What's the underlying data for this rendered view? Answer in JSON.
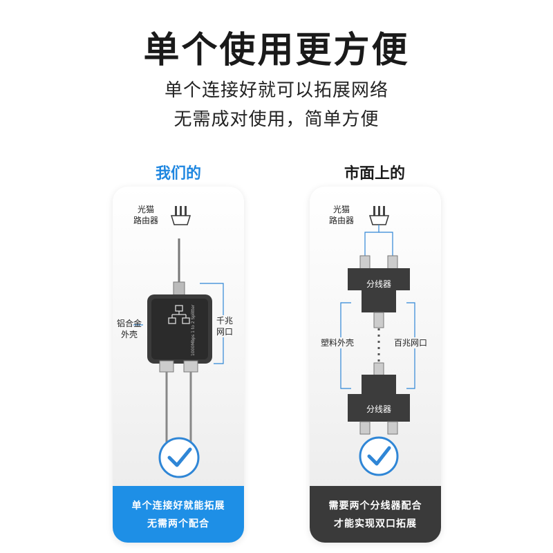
{
  "headline": "单个使用更方便",
  "subline_1": "单个连接好就可以拓展网络",
  "subline_2": "无需成对使用，简单方便",
  "left": {
    "title": "我们的",
    "source_label_1": "光猫",
    "source_label_2": "路由器",
    "shell_label_1": "铝合金",
    "shell_label_2": "外壳",
    "port_label_1": "千兆",
    "port_label_2": "网口",
    "device_text": "1000Mbps 1 to 2 Splitter",
    "footer_line_1": "单个连接好就能拓展",
    "footer_line_2": "无需两个配合"
  },
  "right": {
    "title": "市面上的",
    "source_label_1": "光猫",
    "source_label_2": "路由器",
    "splitter_label_top": "分线器",
    "splitter_label_bottom": "分线器",
    "shell_label": "塑料外壳",
    "port_label": "百兆网口",
    "footer_line_1": "需要两个分线器配合",
    "footer_line_2": "才能实现双口拓展"
  },
  "colors": {
    "accent_blue": "#1e8fe6",
    "dark_footer": "#3a3a3a",
    "check_blue": "#2f86d6"
  },
  "icons": [
    "power-plug-icon",
    "network-topology-icon",
    "checkmark-circle-icon"
  ]
}
